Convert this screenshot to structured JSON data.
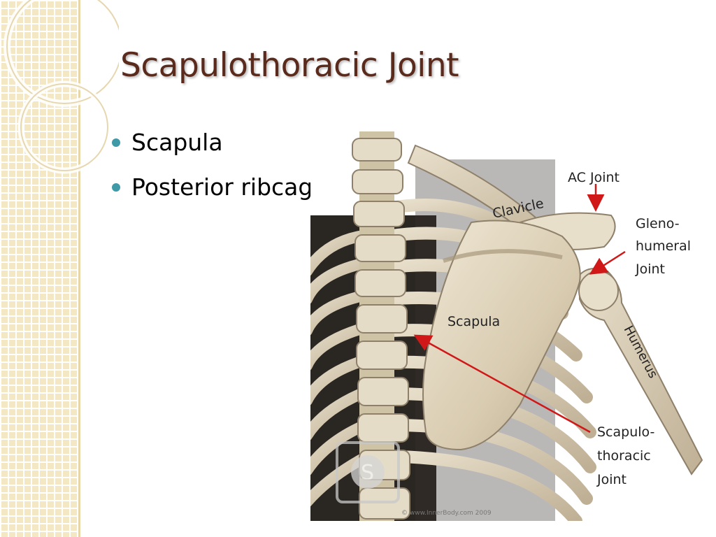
{
  "slide": {
    "title": "Scapulothoracic Joint",
    "bullets": [
      {
        "text": "Scapula"
      },
      {
        "text": "Posterior ribcage"
      }
    ]
  },
  "figure": {
    "labels": {
      "ac_joint": "AC Joint",
      "clavicle": "Clavicle",
      "glenohumeral_line1": "Gleno-",
      "glenohumeral_line2": "humeral",
      "glenohumeral_line3": "Joint",
      "scapula": "Scapula",
      "humerus": "Humerus",
      "scapulothoracic_line1": "Scapulo-",
      "scapulothoracic_line2": "thoracic",
      "scapulothoracic_line3": "Joint"
    },
    "watermark_text": "© www.InnerBody.com 2009",
    "arrow_color": "#d01818",
    "bone_color": "#d9cdb2"
  },
  "colors": {
    "title": "#5a2a1c",
    "bullet_dot": "#3f9aa8",
    "side_strip": "#f3e7c4"
  }
}
